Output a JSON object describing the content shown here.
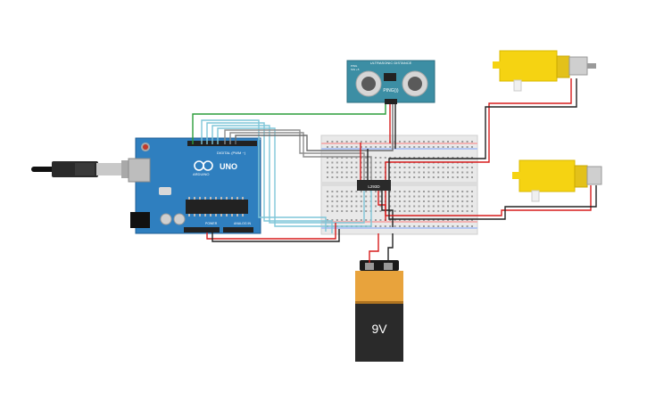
{
  "arduino": {
    "brand": "ARDUINO",
    "model": "UNO",
    "digital_label": "DIGITAL (PWM ~)",
    "power_label": "POWER",
    "analog_label": "ANALOG IN"
  },
  "sensor": {
    "label": "ULTRASONIC DISTANCE",
    "model": "PING)))",
    "left_tag": "PING",
    "left_tag2": "SIG +5"
  },
  "driver_chip": {
    "label": "L293D"
  },
  "battery": {
    "label": "9V"
  },
  "colors": {
    "arduino_blue": "#2f7fbf",
    "sensor_teal": "#3c8ea4",
    "breadboard": "#e9e9e9",
    "motor_yellow": "#f5d312",
    "battery_orange": "#e8a33c",
    "battery_black": "#2a2a2a",
    "wire_red": "#d71c1c",
    "wire_black": "#222222",
    "wire_green": "#2b9d3a",
    "wire_cyan": "#7fc6d8",
    "wire_gray": "#8e8e8e"
  }
}
